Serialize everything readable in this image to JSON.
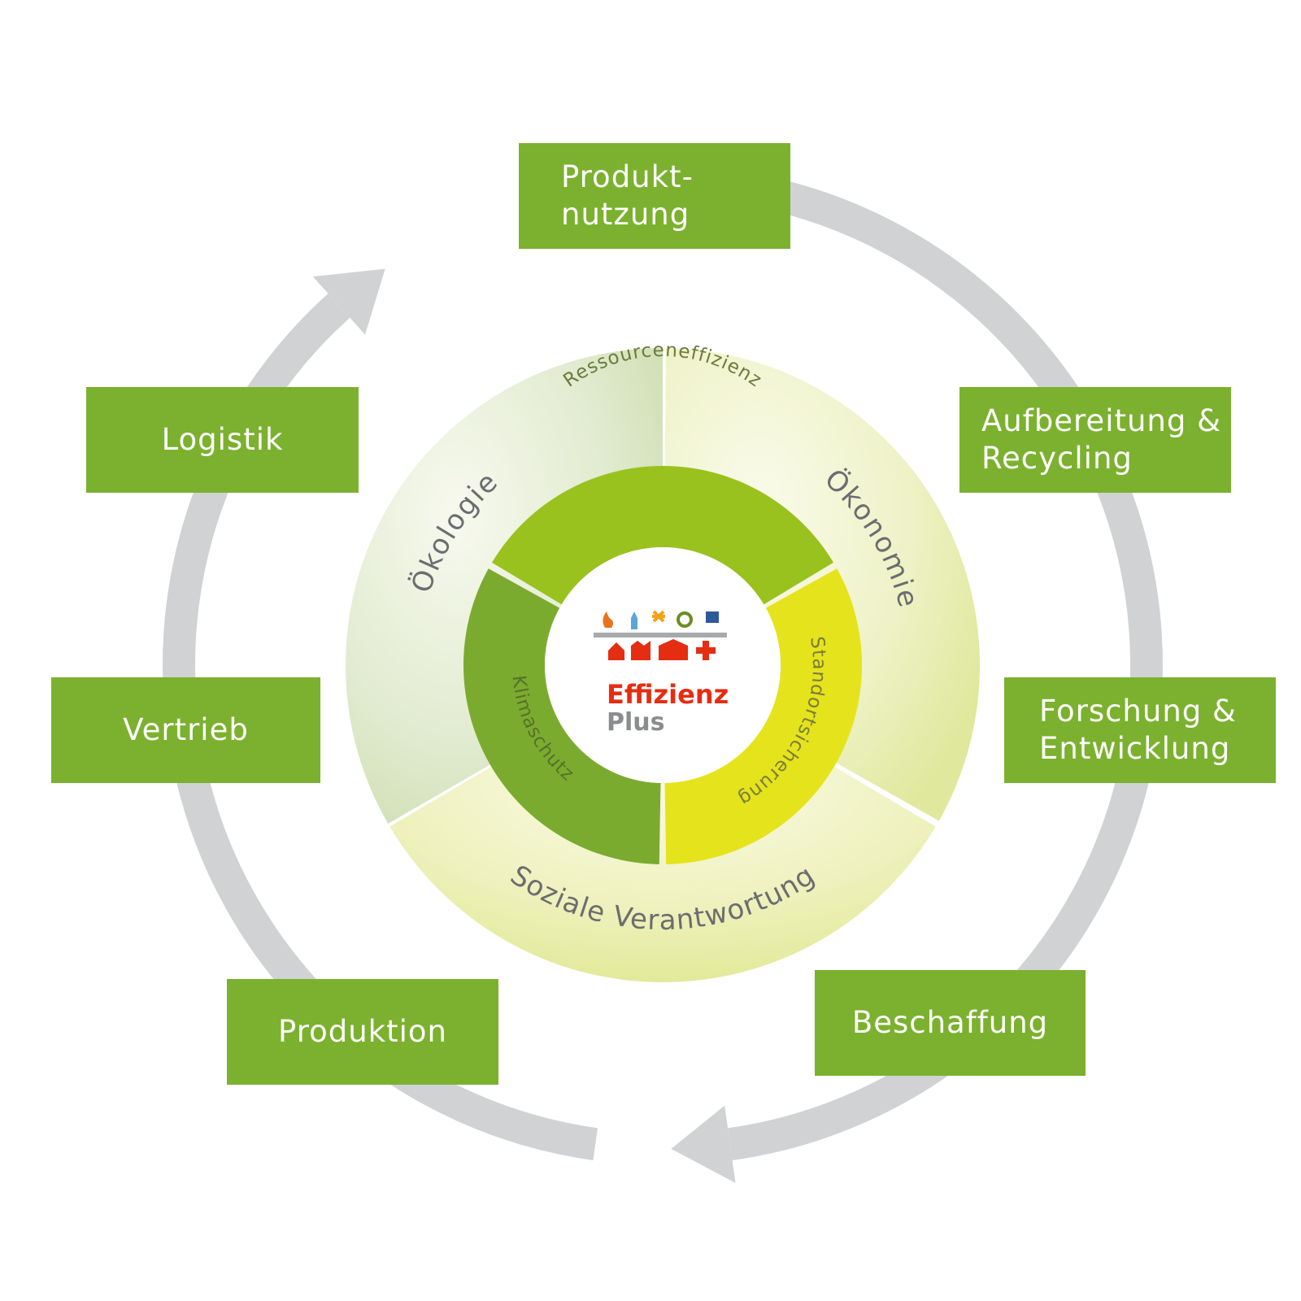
{
  "stages": {
    "produktnutzung": [
      "Produkt-",
      "nutzung"
    ],
    "aufbereitung": [
      "Aufbereitung &",
      "Recycling"
    ],
    "forschung": [
      "Forschung &",
      "Entwicklung"
    ],
    "beschaffung": "Beschaffung",
    "produktion": "Produktion",
    "vertrieb": "Vertrieb",
    "logistik": "Logistik"
  },
  "pillars": {
    "oekologie": "Ökologie",
    "oekonomie": "Ökonomie",
    "soziale": "Soziale Verantwortung"
  },
  "goals": {
    "ressourceneffizienz": "Ressourceneffizienz",
    "standortsicherung": "Standortsicherung",
    "klimaschutz": "Klimaschutz"
  },
  "logo": {
    "line1": "Effizienz",
    "line2": "Plus"
  },
  "colors": {
    "box_green": "#7bb12e",
    "cycle_arrow_gray": "#d0d2d4",
    "ring_ressourceneffizienz": "#99c21e",
    "ring_standortsicherung": "#e5e31c",
    "ring_klimaschutz": "#7bab2e",
    "logo_red": "#e52d12",
    "logo_gray": "#8a8c8e"
  }
}
